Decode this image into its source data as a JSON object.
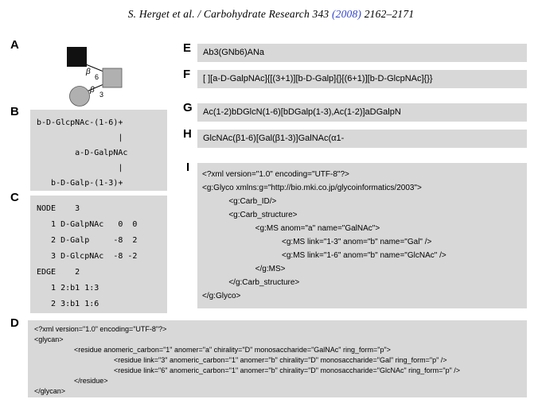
{
  "header": {
    "prefix": "S. Herget et al. / Carbohydrate Research 343 ",
    "year": "(2008)",
    "pages": " 2162–2171"
  },
  "colors": {
    "panel_gray": "#d8d8d8",
    "link_blue": "#3344cc",
    "residue_gray": "#b0b0b0",
    "residue_black": "#111111"
  },
  "panels": {
    "a": {
      "label": "A",
      "diagram": {
        "shapes": [
          "black-square",
          "gray-square",
          "gray-circle"
        ],
        "upper_anomer": "β",
        "upper_position": "6",
        "lower_anomer": "β",
        "lower_position": "3"
      }
    },
    "b": {
      "label": "B",
      "text": "b-D-GlcpNAc-(1-6)+\n                 |\n        a-D-GalpNAc\n                 |\n   b-D-Galp-(1-3)+"
    },
    "c": {
      "label": "C",
      "text": "NODE    3\n   1 D-GalpNAc   0  0\n   2 D-Galp     -8  2\n   3 D-GlcpNAc  -8 -2\nEDGE    2\n   1 2:b1 1:3\n   2 3:b1 1:6"
    },
    "d": {
      "label": "D",
      "text": "<?xml version=\"1.0\" encoding=\"UTF-8\"?>\n<glycan>\n                    <residue anomeric_carbon=\"1\" anomer=\"a\" chirality=\"D\" monosaccharide=\"GalNAc\" ring_form=\"p\">\n                                        <residue link=\"3\" anomeric_carbon=\"1\" anomer=\"b\" chirality=\"D\" monosaccharide=\"Gal\" ring_form=\"p\" />\n                                        <residue link=\"6\" anomeric_carbon=\"1\" anomer=\"b\" chirality=\"D\" monosaccharide=\"GlcNAc\" ring_form=\"p\" />\n                    </residue>\n</glycan>"
    },
    "e": {
      "label": "E",
      "text": "Ab3(GNb6)ANa"
    },
    "f": {
      "label": "F",
      "text": "[ ][a-D-GalpNAc]{[(3+1)][b-D-Galp]{}[(6+1)][b-D-GlcpNAc]{}}"
    },
    "g": {
      "label": "G",
      "text": "Ac(1-2)bDGlcN(1-6)[bDGalp(1-3),Ac(1-2)]aDGalpN"
    },
    "h": {
      "label": "H",
      "text": "GlcNAc(β1-6)[Gal(β1-3)]GalNAc(α1-"
    },
    "i": {
      "label": "I",
      "text": "<?xml version=\"1.0\" encoding=\"UTF-8\"?>\n<g:Glyco xmlns:g=\"http://bio.mki.co.jp/glycoinformatics/2003\">\n            <g:Carb_ID/>\n            <g:Carb_structure>\n                        <g:MS anom=\"a\" name=\"GalNAc\">\n                                    <g:MS link=\"1-3\" anom=\"b\" name=\"Gal\" />\n                                    <g:MS link=\"1-6\" anom=\"b\" name=\"GlcNAc\" />\n                        </g:MS>\n            </g:Carb_structure>\n</g:Glyco>"
    }
  }
}
